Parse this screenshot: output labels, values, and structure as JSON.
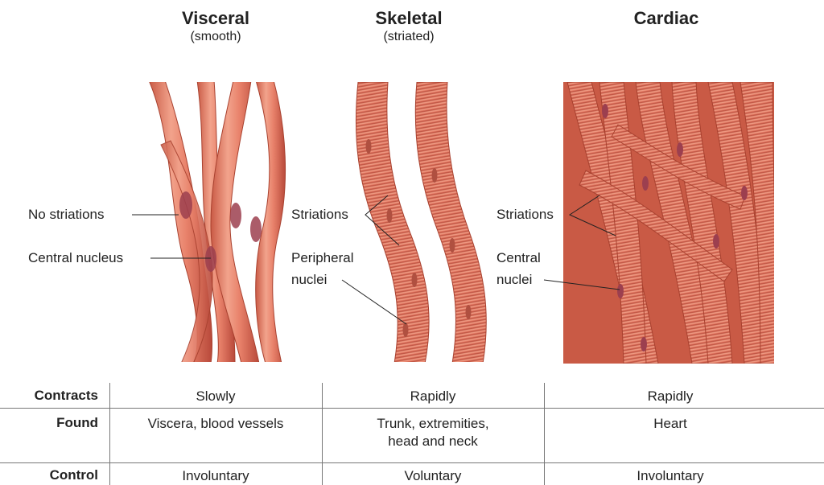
{
  "columns": [
    {
      "title": "Visceral",
      "subtitle": "(smooth)"
    },
    {
      "title": "Skeletal",
      "subtitle": "(striated)"
    },
    {
      "title": "Cardiac",
      "subtitle": ""
    }
  ],
  "labels": {
    "visceral_no_striations": "No striations",
    "visceral_central_nucleus": "Central nucleus",
    "skeletal_striations": "Striations",
    "skeletal_peripheral_1": "Peripheral",
    "skeletal_peripheral_2": "nuclei",
    "cardiac_striations": "Striations",
    "cardiac_central_1": "Central",
    "cardiac_central_2": "nuclei"
  },
  "table": {
    "rows": [
      {
        "header": "Contracts",
        "cells": [
          "Slowly",
          "Rapidly",
          "Rapidly"
        ]
      },
      {
        "header": "Found",
        "cells": [
          "Viscera, blood vessels",
          "Trunk, extremities,",
          "Heart"
        ],
        "cell2_line2": "head and neck"
      },
      {
        "header": "Control",
        "cells": [
          "Involuntary",
          "Voluntary",
          "Involuntary"
        ]
      }
    ]
  },
  "colors": {
    "muscle_fill": "#e8816a",
    "muscle_dark": "#b8493a",
    "muscle_light": "#f7b7a3",
    "nucleus": "#9c3f4f",
    "rule": "#777777"
  }
}
